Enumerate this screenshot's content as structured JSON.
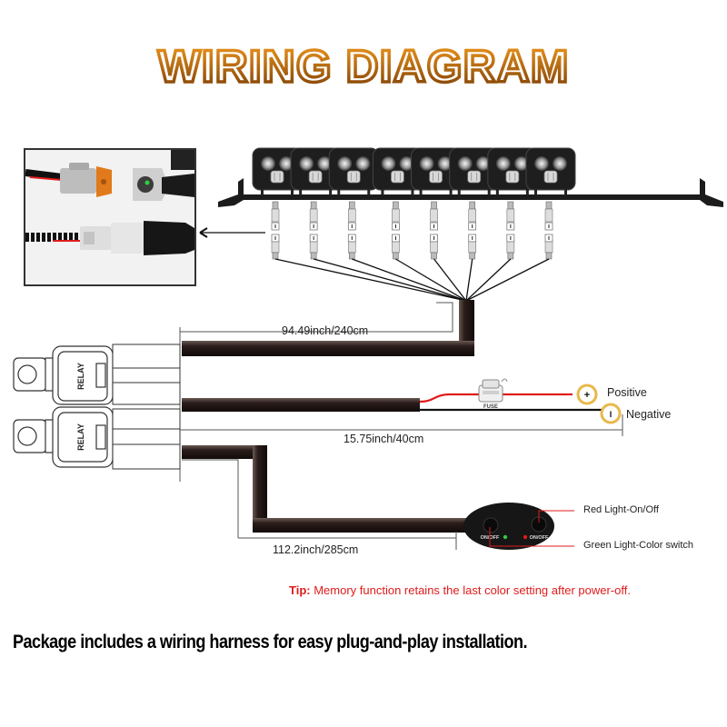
{
  "title": "WIRING DIAGRAM",
  "colors": {
    "title_top": "#f39a1e",
    "title_bottom": "#7a3d05",
    "cable": "#2a1d1a",
    "red_wire": "#e01b1b",
    "terminal_ring": "#e8b84a",
    "tip_red": "#e01b1b",
    "led_green": "#2ecc40",
    "led_red": "#e01b1b"
  },
  "connector_photo": {
    "icon": "deutsch-connector-photo"
  },
  "light_bar": {
    "pod_count": 8,
    "icon": "led-pod-light"
  },
  "relays": [
    {
      "label": "RELAY"
    },
    {
      "label": "RELAY"
    }
  ],
  "measurements": {
    "main_cable": "94.49inch/240cm",
    "battery_leads": "15.75inch/40cm",
    "switch_cable": "112.2inch/285cm"
  },
  "fuse": {
    "label": "FUSE"
  },
  "terminals": {
    "positive": {
      "symbol": "+",
      "label": "Positive"
    },
    "negative": {
      "symbol": "I",
      "label": "Negative"
    }
  },
  "switch": {
    "left_button_label": "ON/OFF",
    "right_button_label": "ON/OFF",
    "red_callout": "Red Light-On/Off",
    "green_callout": "Green Light-Color switch"
  },
  "tip": {
    "prefix": "Tip:",
    "text": " Memory function retains the last color setting after power-off."
  },
  "package_note": "Package includes a wiring harness for easy plug-and-play installation."
}
